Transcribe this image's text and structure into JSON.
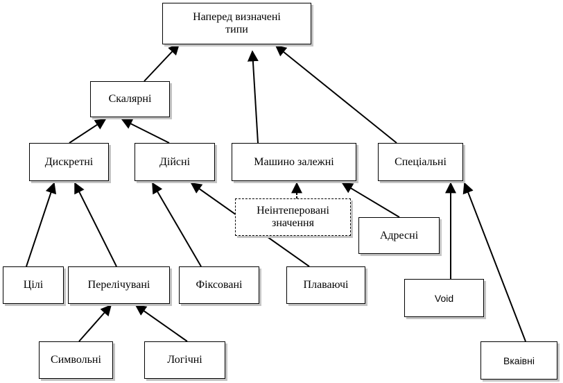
{
  "diagram": {
    "nodes": {
      "predefined": "Наперед визначені\nтипи",
      "scalar": "Скалярні",
      "machine": "Машино залежні",
      "special": "Спеціальні",
      "discrete": "Дискретні",
      "real": "Дійсні",
      "uninterpreted": "Неінтеперовані\nзначення",
      "address": "Адресні",
      "integer": "Цілі",
      "enumerated": "Перелічувані",
      "fixed": "Фіксовані",
      "floating": "Плаваючі",
      "void": "Void",
      "symbolic": "Символьні",
      "logical": "Логічні",
      "pointer": "Вкаівні"
    }
  }
}
